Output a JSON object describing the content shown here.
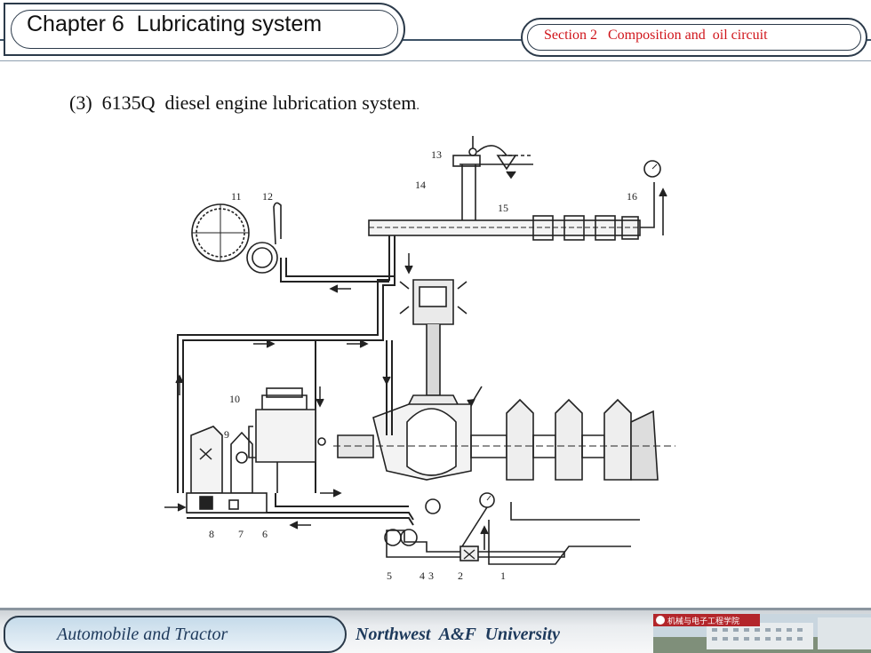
{
  "header": {
    "chapter_title": "Chapter 6  Lubricating system",
    "section_title": "Section 2   Composition and  oil circuit"
  },
  "content": {
    "heading": "(3)  6135Q  diesel engine lubrication system",
    "heading_suffix": ".",
    "diagram_labels": [
      "1",
      "2",
      "3",
      "4",
      "5",
      "6",
      "7",
      "8",
      "9",
      "10",
      "11",
      "12",
      "13",
      "14",
      "15",
      "16"
    ]
  },
  "footer": {
    "left_text": "Automobile and Tractor",
    "university": "Northwest  A&F  University",
    "logo_text": "机械与电子工程学院"
  },
  "colors": {
    "frame": "#2b3a4a",
    "section_text": "#d0141a",
    "footer_text": "#1e3a5c"
  }
}
